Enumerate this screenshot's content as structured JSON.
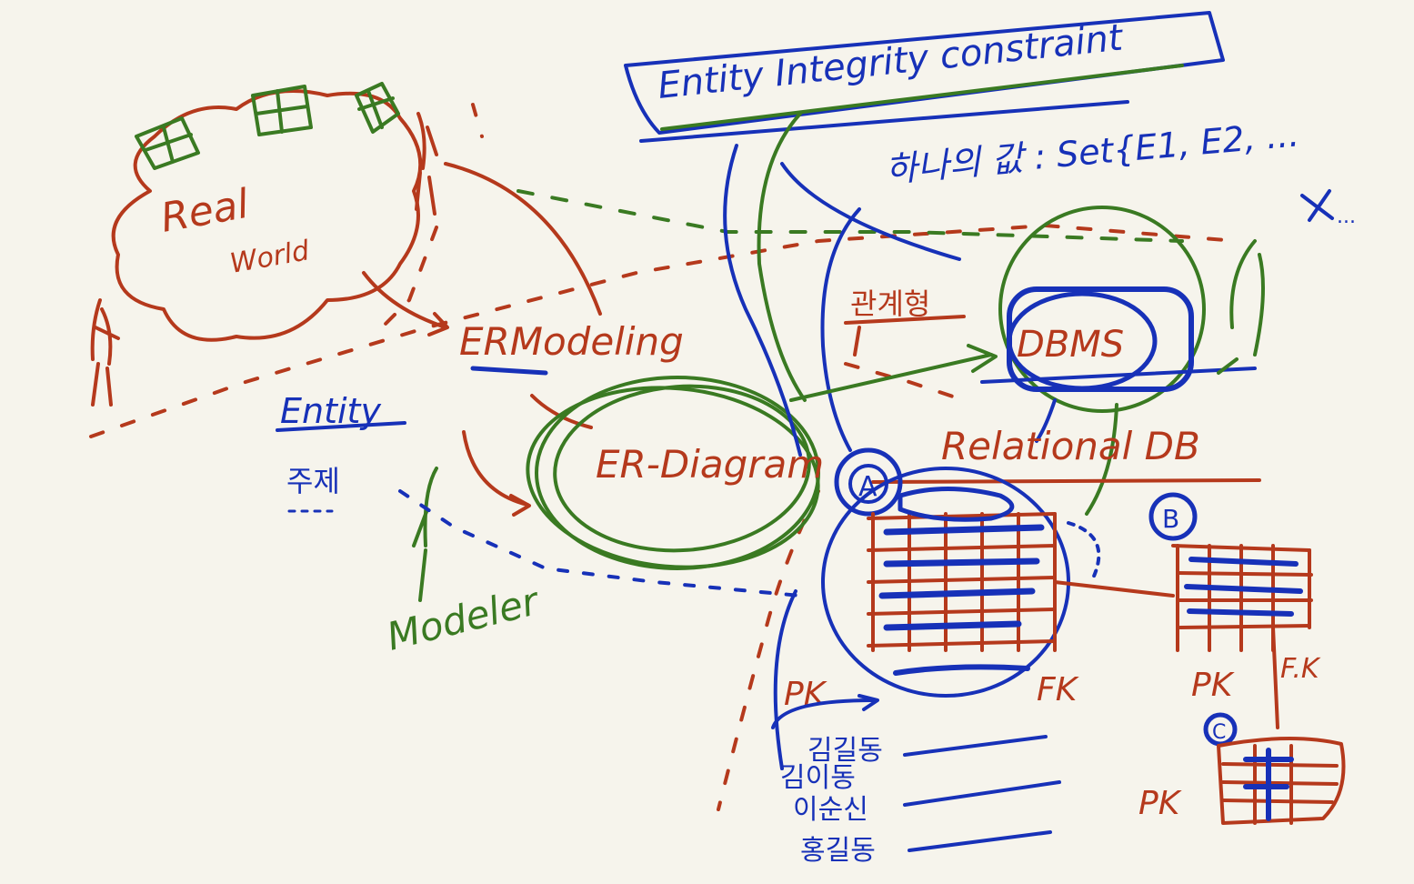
{
  "labels": {
    "entity_integrity": "Entity Integrity constraint",
    "real": "Real",
    "world": "World",
    "er_modeling": "ERModeling",
    "er_diagram": "ER-Diagram",
    "entity": "Entity",
    "entity_sub": "주제",
    "modeler": "Modeler",
    "set_notation": "하나의 값 : Set{E1, E2, ...",
    "dbms": "DBMS",
    "dbms_label": "관계형",
    "relational_db": "Relational DB",
    "pk_left": "PK",
    "fk_left": "FK",
    "pk_right": "PK",
    "fk_right": "F.K",
    "pk_bottom": "PK",
    "circle_a": "A",
    "circle_b": "B",
    "circle_c": "C",
    "names": [
      "김길동",
      "김이동",
      "이순신",
      "홍길동"
    ],
    "ellipsis": "..."
  },
  "colors": {
    "background": "#f6f4ec",
    "red": "#b5391c",
    "green": "#3a7a22",
    "blue": "#1731b8"
  }
}
